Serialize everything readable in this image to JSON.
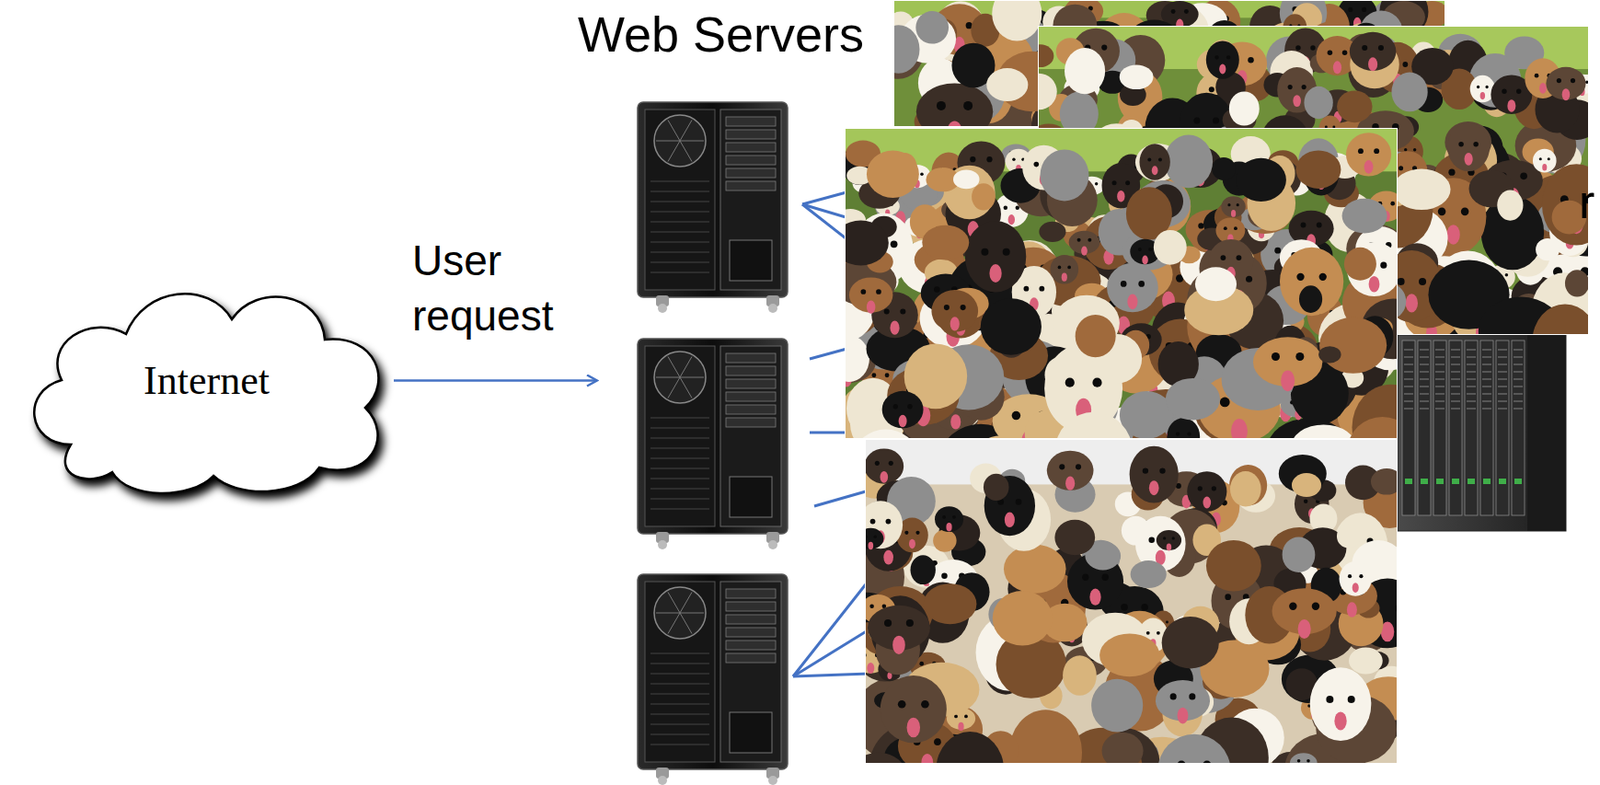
{
  "diagram": {
    "nodes": [
      {
        "text": [
          "Internet"
        ]
      },
      {
        "text": [
          "Web Servers"
        ]
      }
    ],
    "edges": [
      {
        "from": 0,
        "to": 1,
        "label": "User request",
        "arrow": "to"
      }
    ],
    "labels": [
      "r"
    ]
  }
}
